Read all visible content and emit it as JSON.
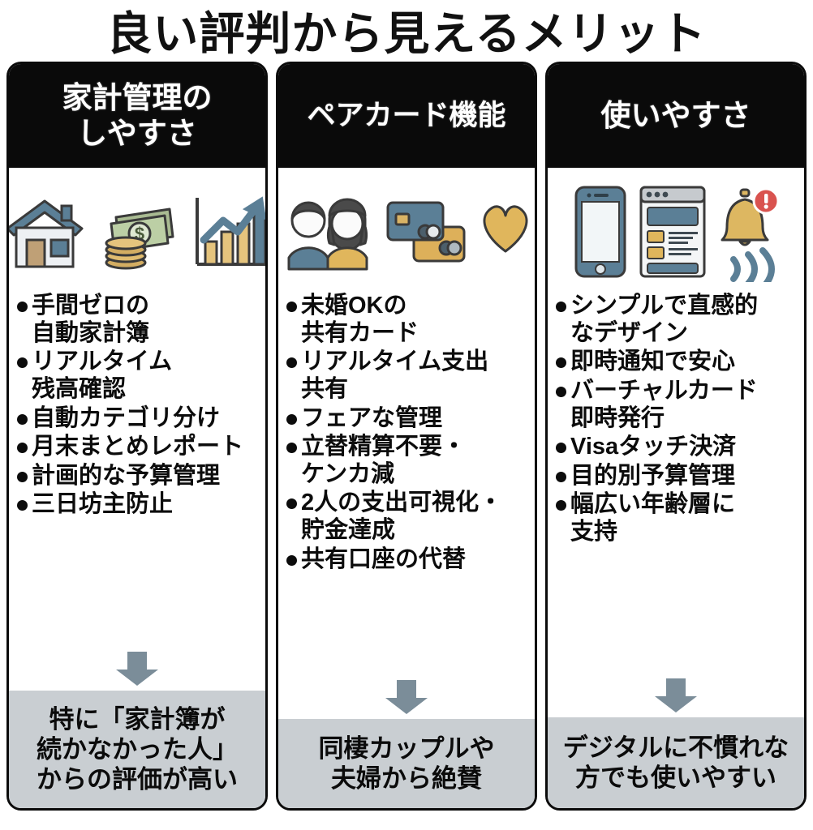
{
  "title": "良い評判から見えるメリット",
  "colors": {
    "header_bg": "#0a0a0a",
    "header_text": "#ffffff",
    "body_bg": "#ffffff",
    "footer_bg": "#c9ced2",
    "text": "#0c0c0c",
    "arrow": "#7b8d99",
    "accent_blue": "#5b7f96",
    "accent_gold": "#e0b65c",
    "accent_green": "#9aab82",
    "alert_red": "#d9534f"
  },
  "columns": [
    {
      "id": "household-management",
      "header": "家計管理の\nしやすさ",
      "icons": [
        "house-icon",
        "money-cash-coins-icon",
        "bar-chart-growth-icon"
      ],
      "bullets": [
        "手間ゼロの\n自動家計簿",
        "リアルタイム\n残高確認",
        "自動カテゴリ分け",
        "月末まとめレポート",
        "計画的な予算管理",
        "三日坊主防止"
      ],
      "arrow": "down-arrow-icon",
      "footer": "特に「家計簿が\n続かなかった人」\nからの評価が高い"
    },
    {
      "id": "pair-card-function",
      "header": "ペアカード機能",
      "icons": [
        "couple-people-icon",
        "two-credit-cards-icon",
        "heart-icon"
      ],
      "bullets": [
        "未婚OKの\n共有カード",
        "リアルタイム支出\n共有",
        "フェアな管理",
        "立替精算不要・\nケンカ減",
        "2人の支出可視化・\n貯金達成",
        "共有口座の代替"
      ],
      "arrow": "down-arrow-icon",
      "footer": "同棲カップルや\n夫婦から絶賛"
    },
    {
      "id": "ease-of-use",
      "header": "使いやすさ",
      "icons": [
        "smartphone-icon",
        "app-window-icon",
        "bell-alert-icon",
        "nfc-waves-icon"
      ],
      "bullets": [
        "シンプルで直感的\nなデザイン",
        "即時通知で安心",
        "バーチャルカード\n即時発行",
        "Visaタッチ決済",
        "目的別予算管理",
        "幅広い年齢層に\n支持"
      ],
      "arrow": "down-arrow-icon",
      "footer": "デジタルに不慣れな\n方でも使いやすい"
    }
  ]
}
